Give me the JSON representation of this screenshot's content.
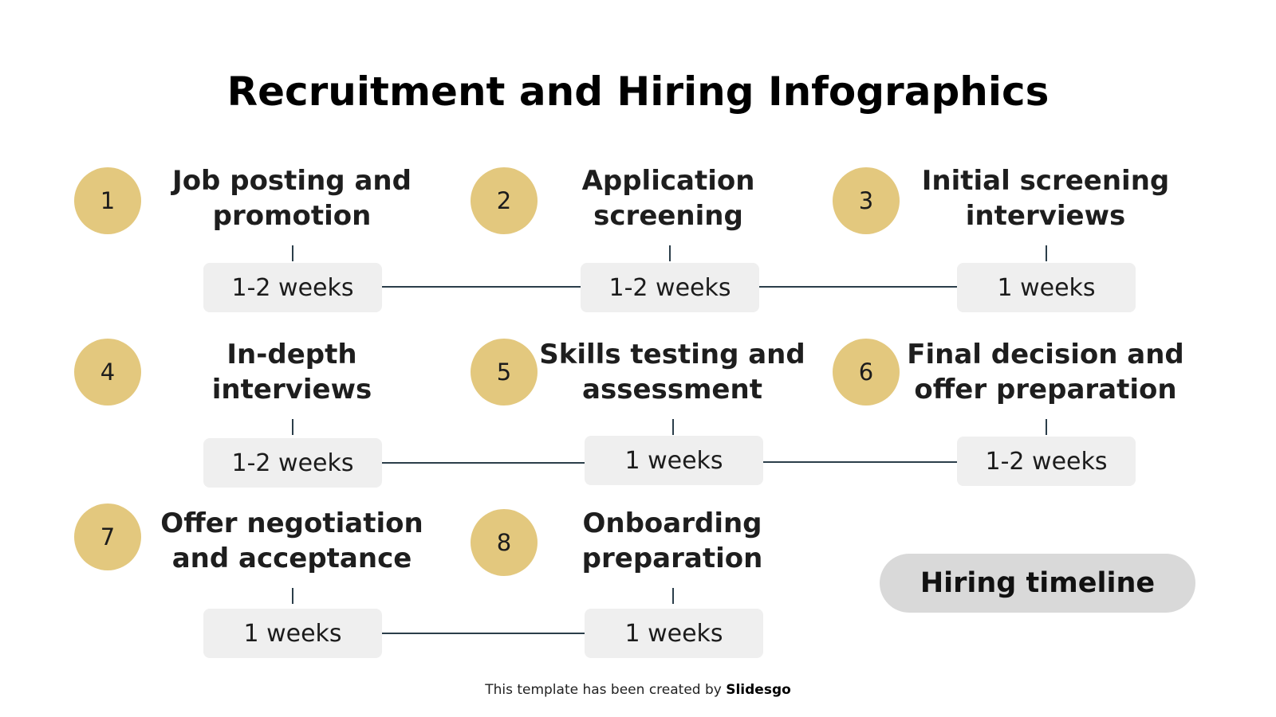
{
  "title": "Recruitment and Hiring Infographics",
  "colors": {
    "circle": "#E3C87E",
    "pill": "#EFEFEF",
    "line": "#2B3E4A",
    "badge": "#D9D9D9"
  },
  "steps": [
    {
      "number": "1",
      "label_line1": "Job posting and",
      "label_line2": "promotion",
      "duration": "1-2 weeks"
    },
    {
      "number": "2",
      "label_line1": "Application",
      "label_line2": "screening",
      "duration": "1-2 weeks"
    },
    {
      "number": "3",
      "label_line1": "Initial screening",
      "label_line2": "interviews",
      "duration": "1 weeks"
    },
    {
      "number": "4",
      "label_line1": "In-depth",
      "label_line2": "interviews",
      "duration": "1-2 weeks"
    },
    {
      "number": "5",
      "label_line1": "Skills testing and",
      "label_line2": "assessment",
      "duration": "1 weeks"
    },
    {
      "number": "6",
      "label_line1": "Final decision and",
      "label_line2": "offer preparation",
      "duration": "1-2 weeks"
    },
    {
      "number": "7",
      "label_line1": "Offer negotiation",
      "label_line2": "and acceptance",
      "duration": "1 weeks"
    },
    {
      "number": "8",
      "label_line1": "Onboarding",
      "label_line2": "preparation",
      "duration": "1 weeks"
    }
  ],
  "badge": "Hiring timeline",
  "footer": {
    "prefix": "This template has been created by",
    "brand": "Slidesgo"
  }
}
